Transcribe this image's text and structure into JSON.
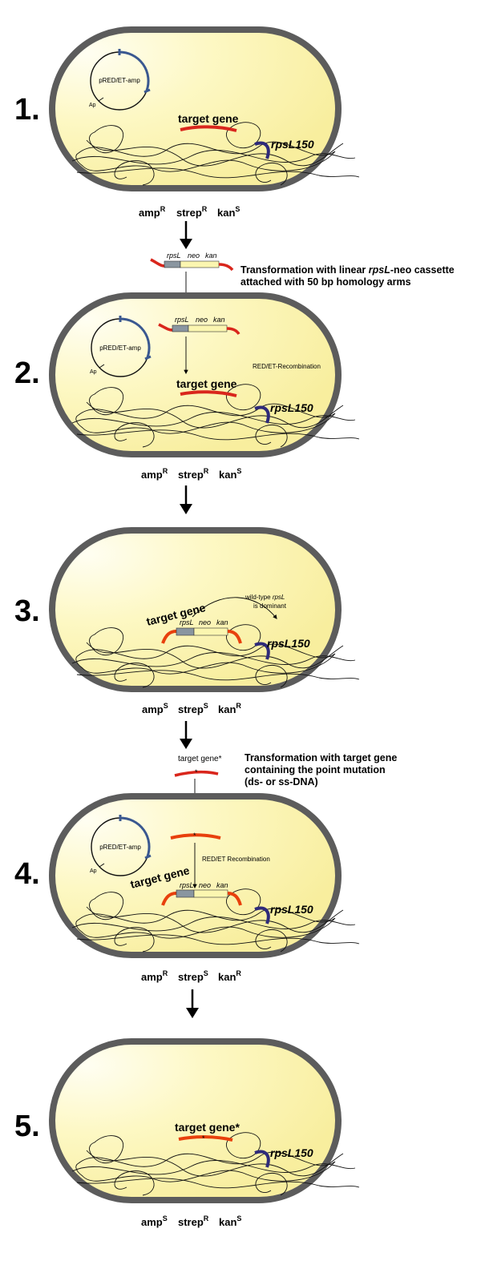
{
  "steps": [
    {
      "number": "1.",
      "plasmid": "pRED/ET-amp",
      "ap": "Ap",
      "target_gene": "target gene",
      "rpsl150": "rpsL150",
      "phenotype": [
        {
          "name": "amp",
          "state": "R"
        },
        {
          "name": "strep",
          "state": "R"
        },
        {
          "name": "kan",
          "state": "S"
        }
      ]
    },
    {
      "number": "2.",
      "plasmid": "pRED/ET-amp",
      "ap": "Ap",
      "target_gene": "target gene",
      "rpsl150": "rpsL150",
      "recombination_note": "RED/ET-Recombination",
      "cassette": {
        "rpsl": "rpsL",
        "neo": "neo",
        "kan": "kan"
      },
      "phenotype": [
        {
          "name": "amp",
          "state": "R"
        },
        {
          "name": "strep",
          "state": "R"
        },
        {
          "name": "kan",
          "state": "S"
        }
      ]
    },
    {
      "number": "3.",
      "target_gene": "target gene",
      "rpsl150": "rpsL150",
      "dominance_note": {
        "line1": "wild-type",
        "rpsl": "rpsL",
        "line2": "is dominant"
      },
      "cassette": {
        "rpsl": "rpsL",
        "neo": "neo",
        "kan": "kan"
      },
      "phenotype": [
        {
          "name": "amp",
          "state": "S"
        },
        {
          "name": "strep",
          "state": "S"
        },
        {
          "name": "kan",
          "state": "R"
        }
      ]
    },
    {
      "number": "4.",
      "plasmid": "pRED/ET-amp",
      "ap": "Ap",
      "target_gene": "target gene",
      "rpsl150": "rpsL150",
      "recombination_note": "RED/ET Recombination",
      "cassette": {
        "rpsl": "rpsL",
        "neo": "neo",
        "kan": "kan"
      },
      "phenotype": [
        {
          "name": "amp",
          "state": "R"
        },
        {
          "name": "strep",
          "state": "S"
        },
        {
          "name": "kan",
          "state": "R"
        }
      ]
    },
    {
      "number": "5.",
      "target_gene": "target gene*",
      "rpsl150": "rpsL150",
      "phenotype": [
        {
          "name": "amp",
          "state": "S"
        },
        {
          "name": "strep",
          "state": "R"
        },
        {
          "name": "kan",
          "state": "S"
        }
      ]
    }
  ],
  "transformation_1": {
    "cassette": {
      "rpsl": "rpsL",
      "neo": "neo",
      "kan": "kan"
    },
    "line1_prefix": "Transformation with linear ",
    "line1_italic": "rpsL",
    "line1_suffix": "-neo cassette",
    "line2": "attached with 50 bp homology arms"
  },
  "transformation_2": {
    "fragment_label": "target gene*",
    "line1": "Transformation with target gene",
    "line2": "containing the point mutation",
    "line3": "(ds- or ss-DNA)"
  },
  "colors": {
    "cell_wall": "#5c5c5c",
    "cytoplasm_light": "#fffde6",
    "cytoplasm_dark": "#fbf3a4",
    "target_gene_red": "#d9261c",
    "rpsl150_blue": "#2e2a7a",
    "plasmid_blue": "#3a5890",
    "cassette_grey": "#8a96a0",
    "cassette_yellow": "#fbf6b0"
  }
}
